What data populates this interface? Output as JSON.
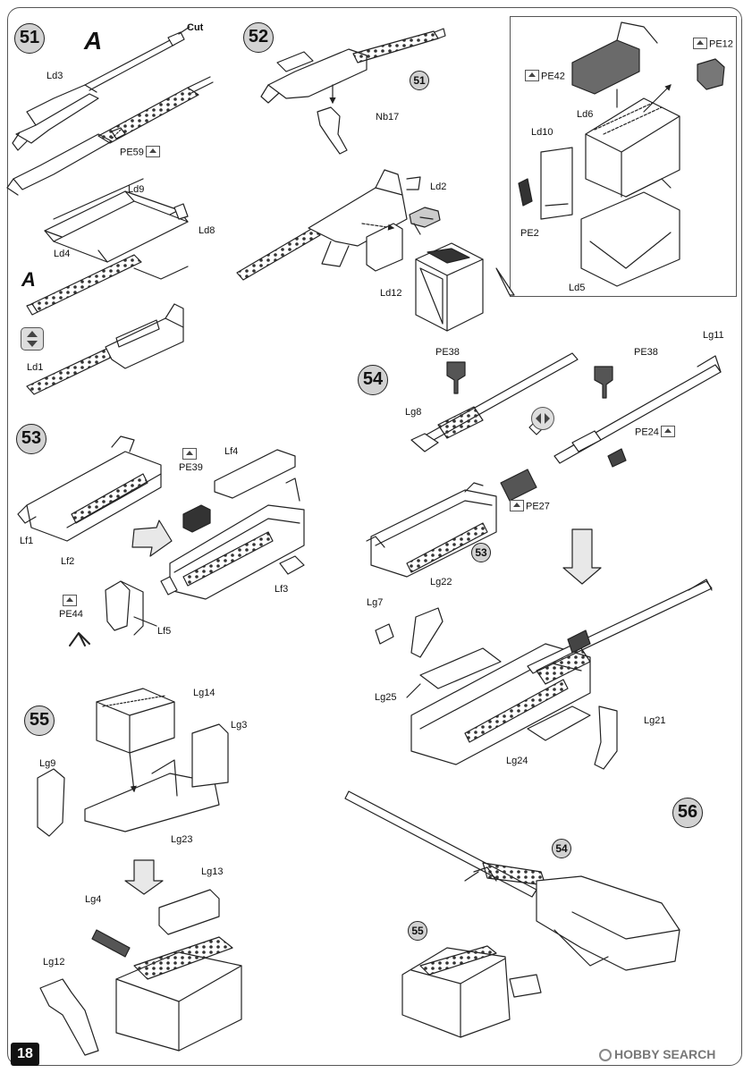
{
  "page": {
    "page_number": "18",
    "watermark": "HOBBY SEARCH"
  },
  "steps": {
    "s51": "51",
    "s52": "52",
    "s53": "53",
    "s54": "54",
    "s55": "55",
    "s56": "56"
  },
  "refs": {
    "r51": "51",
    "r53": "53",
    "r54": "54",
    "r55": "55"
  },
  "marks": {
    "subassembly_a": "A",
    "subassembly_a_small": "A"
  },
  "labels": {
    "cut": "Cut",
    "ld3": "Ld3",
    "pe59": "PE59",
    "ld9": "Ld9",
    "ld8": "Ld8",
    "ld4": "Ld4",
    "ld1": "Ld1",
    "nb17": "Nb17",
    "ld2": "Ld2",
    "ld12": "Ld12",
    "pe42": "PE42",
    "pe12": "PE12",
    "ld6": "Ld6",
    "ld10": "Ld10",
    "pe2": "PE2",
    "ld5": "Ld5",
    "pe39": "PE39",
    "lf4": "Lf4",
    "lf1": "Lf1",
    "lf2": "Lf2",
    "lf3": "Lf3",
    "pe44": "PE44",
    "lf5": "Lf5",
    "pe38a": "PE38",
    "pe38b": "PE38",
    "lg11": "Lg11",
    "lg8": "Lg8",
    "pe24": "PE24",
    "pe27": "PE27",
    "lg22": "Lg22",
    "lg7": "Lg7",
    "lg25": "Lg25",
    "lg21": "Lg21",
    "lg24": "Lg24",
    "lg14": "Lg14",
    "lg3": "Lg3",
    "lg9": "Lg9",
    "lg23": "Lg23",
    "lg13": "Lg13",
    "lg4": "Lg4",
    "lg12": "Lg12"
  },
  "icons": {
    "pe_marker": "photo-etch-part-icon",
    "turn_over": "turn-over-icon",
    "rotate": "rotate-icon",
    "down_arrow": "assembly-direction-arrow-icon"
  },
  "colors": {
    "step_circle": "#d2d2d2",
    "line": "#222222",
    "part_fill": "#ffffff",
    "dark_part": "#555555"
  }
}
